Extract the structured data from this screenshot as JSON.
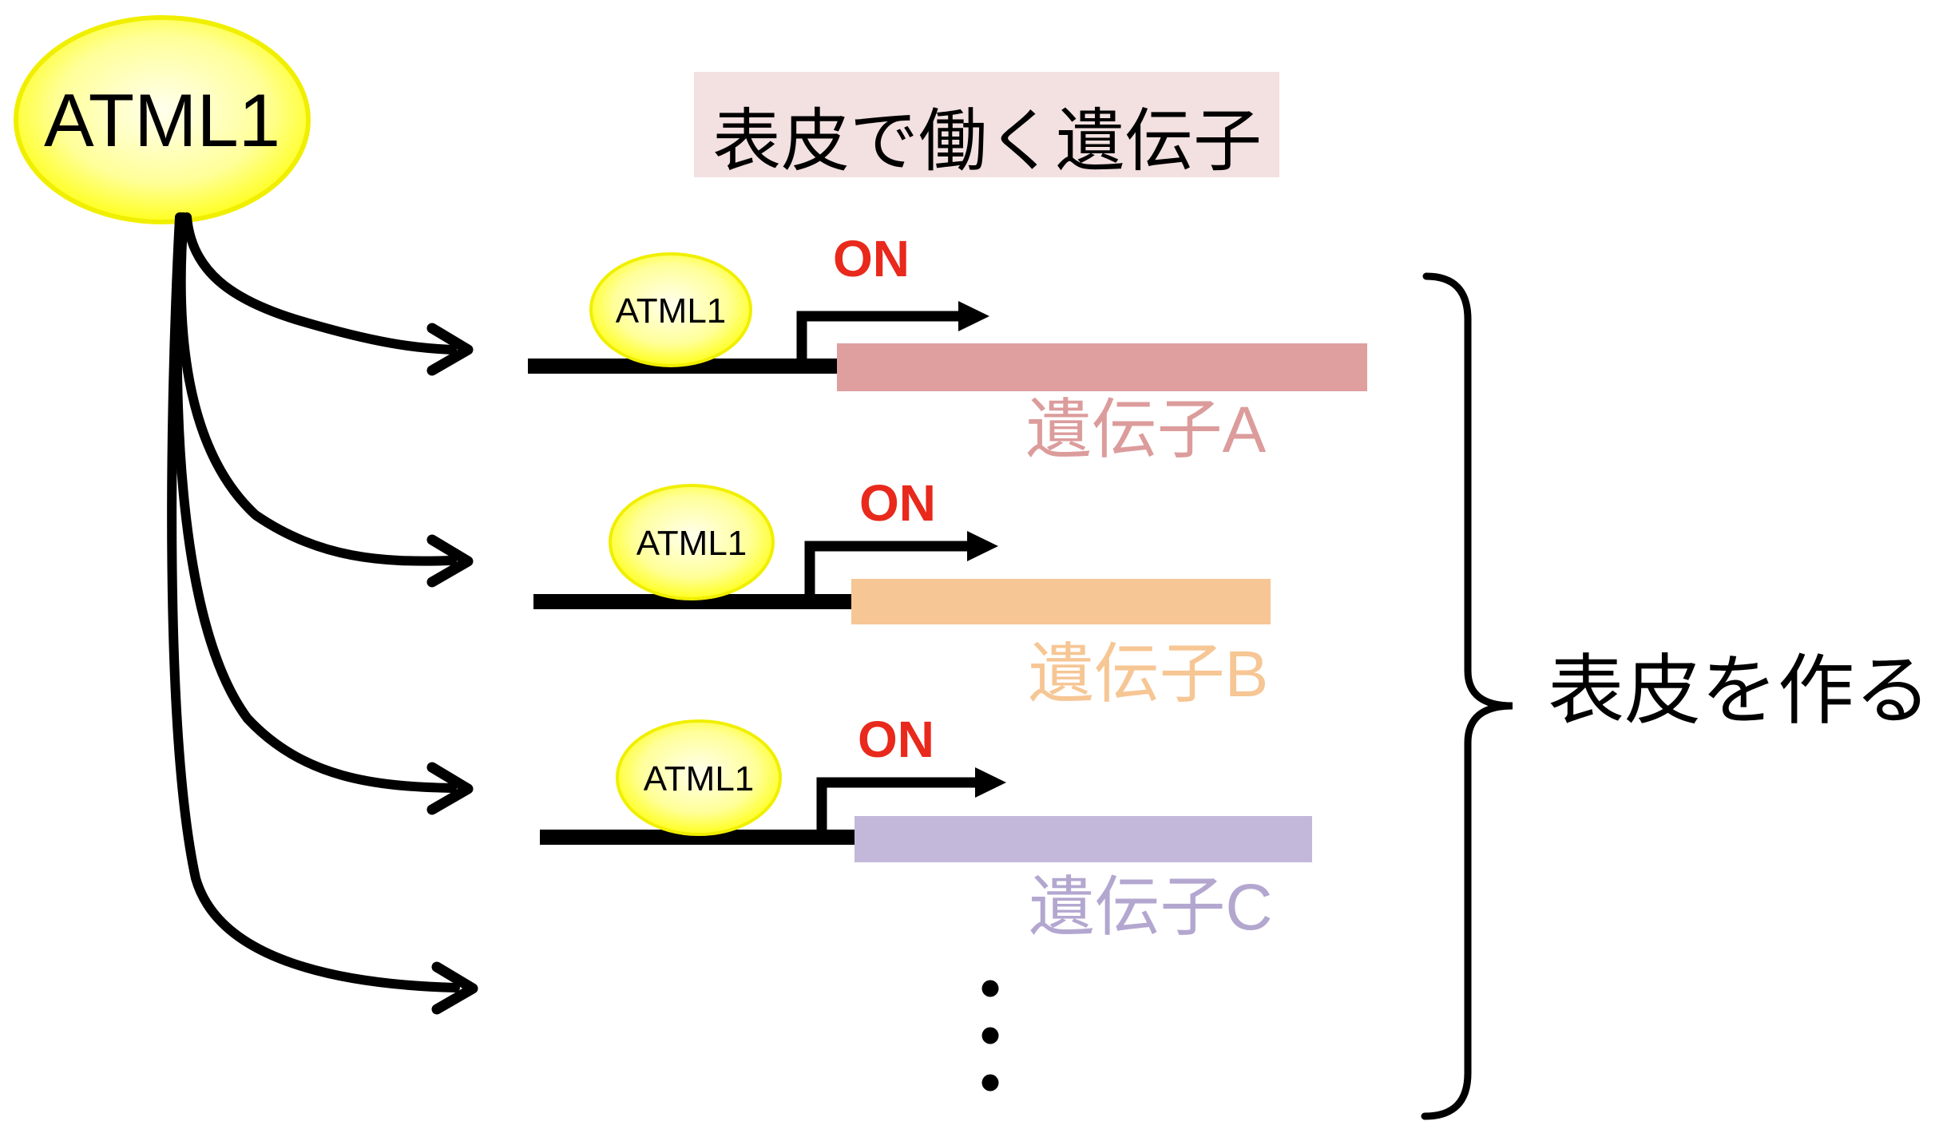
{
  "main_node": {
    "label": "ATML1"
  },
  "title_box": {
    "text": "表皮で働く遺伝子",
    "bg_color": "#f3e0e0"
  },
  "rows": [
    {
      "tf_label": "ATML1",
      "state_label": "ON",
      "gene_label": "遺伝子A",
      "bar_color": "#df9f9f",
      "label_color": "#dc9c9c"
    },
    {
      "tf_label": "ATML1",
      "state_label": "ON",
      "gene_label": "遺伝子B",
      "bar_color": "#f6c694",
      "label_color": "#f6c694"
    },
    {
      "tf_label": "ATML1",
      "state_label": "ON",
      "gene_label": "遺伝子C",
      "bar_color": "#c3b8d9",
      "label_color": "#b3a7d0"
    }
  ],
  "result": {
    "label": "表皮を作る"
  },
  "colors": {
    "on_red": "#e8291c",
    "ellipse_yellow": "#ffff00",
    "ellipse_rim": "#f1ef00",
    "line_black": "#000000"
  }
}
